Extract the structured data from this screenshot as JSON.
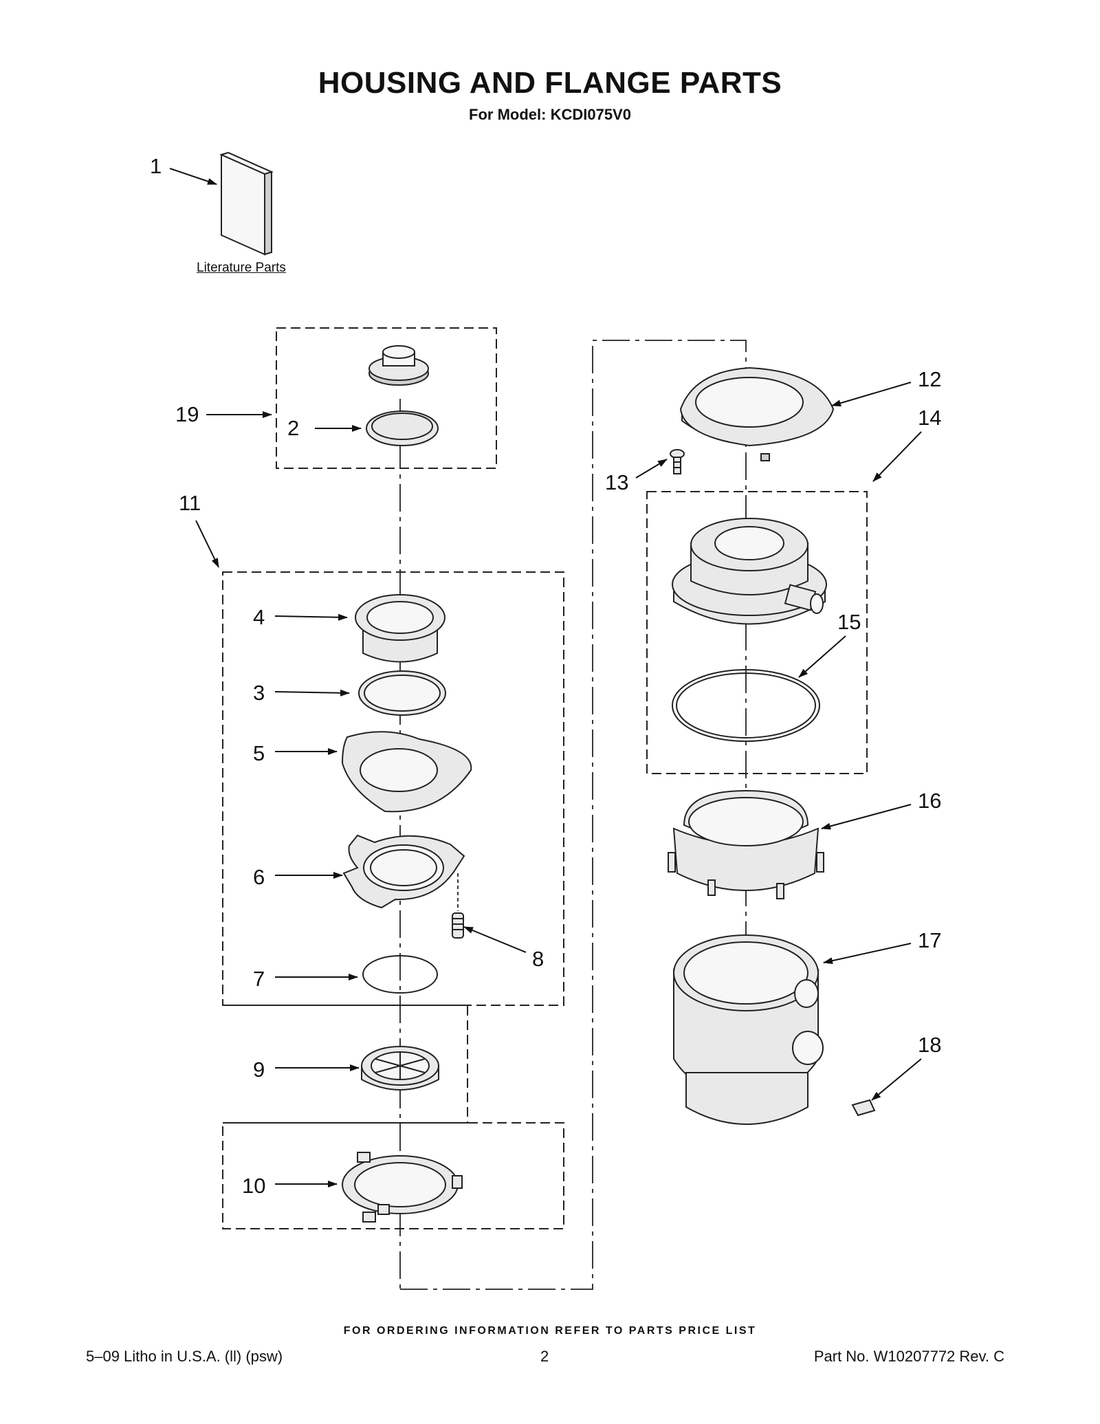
{
  "title": "HOUSING AND FLANGE PARTS",
  "subtitle": "For Model: KCDI075V0",
  "literature_label": "Literature Parts",
  "callouts": [
    "1",
    "2",
    "3",
    "4",
    "5",
    "6",
    "7",
    "8",
    "9",
    "10",
    "11",
    "12",
    "13",
    "14",
    "15",
    "16",
    "17",
    "18",
    "19"
  ],
  "footer": {
    "ordering_note": "FOR ORDERING INFORMATION REFER TO PARTS PRICE LIST",
    "litho": "5–09 Litho in U.S.A. (ll) (psw)",
    "page_number": "2",
    "part_no": "Part No. W10207772 Rev. C"
  }
}
